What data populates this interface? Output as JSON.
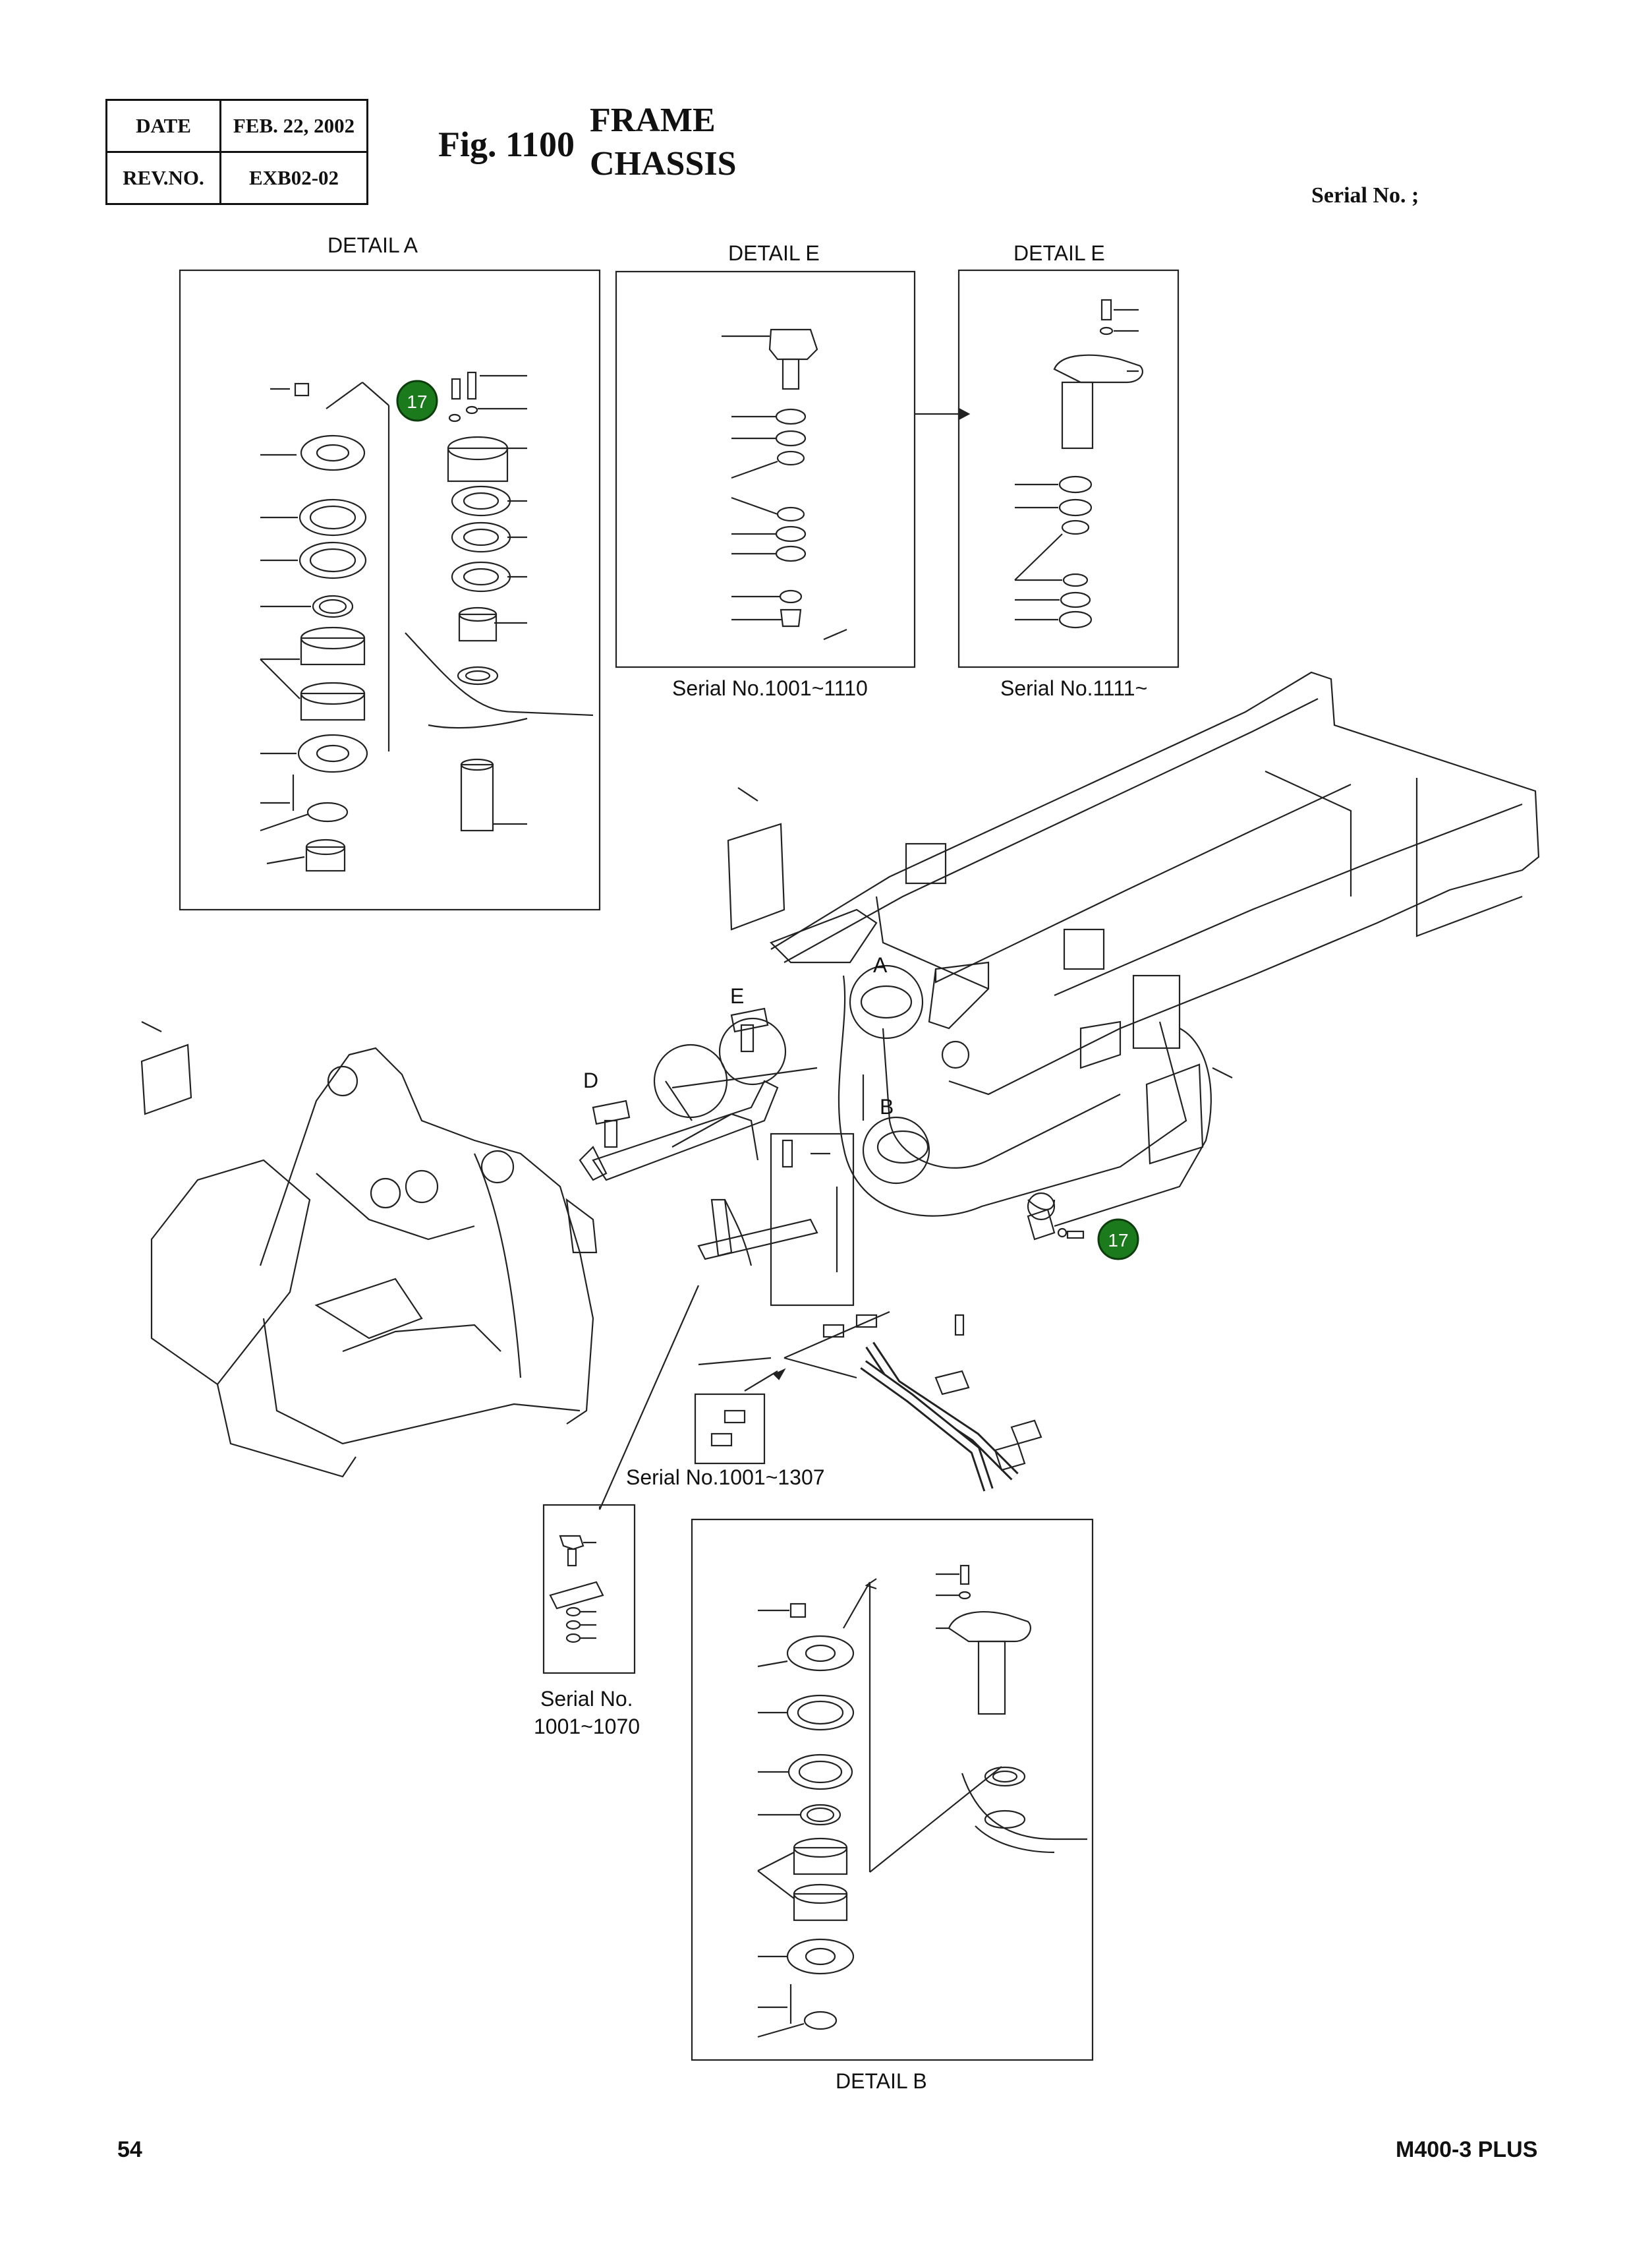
{
  "header": {
    "date_label": "DATE",
    "date_value": "FEB. 22, 2002",
    "rev_label": "REV.NO.",
    "rev_value": "EXB02-02",
    "fig_number": "Fig. 1100",
    "title_line1": "FRAME",
    "title_line2": "CHASSIS",
    "serial_label": "Serial No. ;"
  },
  "details": {
    "detail_a": "DETAIL A",
    "detail_e_left": "DETAIL E",
    "detail_e_right": "DETAIL E",
    "detail_b": "DETAIL B",
    "serial_1001_1110": "Serial No.1001~1110",
    "serial_1111": "Serial No.1111~",
    "serial_1001_1307": "Serial No.1001~1307",
    "serial_1001_1070_line1": "Serial No.",
    "serial_1001_1070_line2": "1001~1070"
  },
  "callouts": {
    "a": "A",
    "b": "B",
    "d": "D",
    "e": "E",
    "badge_top": "17",
    "badge_right": "17"
  },
  "colors": {
    "badge_fill": "#1b7a1b",
    "line": "#222222"
  },
  "footer": {
    "page_number": "54",
    "model": "M400-3 PLUS"
  }
}
